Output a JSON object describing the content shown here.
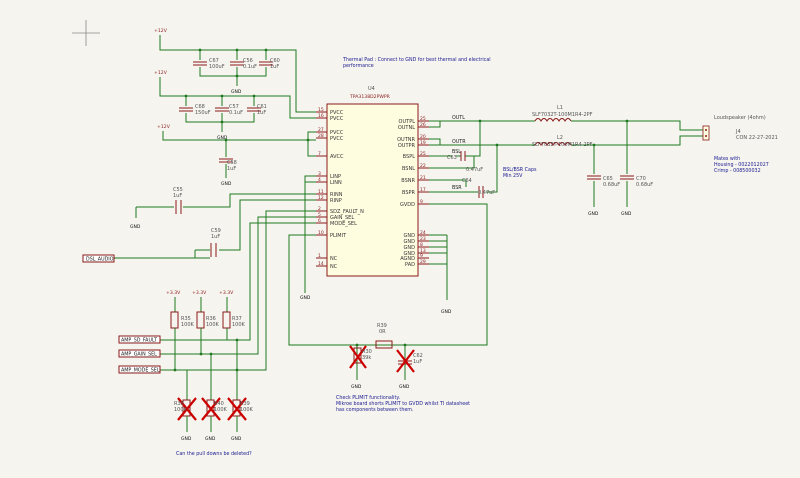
{
  "notes": {
    "thermal_pad": "Thermal Pad : Connect to GND for best thermal and electrical performance",
    "bsl_caps": "BSL/BSR Caps\nMin 25V",
    "plimit": "Check PLIMIT functionality.\nMikroe board shorts PLIMIT to GVDD whilst TI datasheet\nhas components between them.",
    "pulldowns": "Can the pull downs be deleted?",
    "mates": "Mates with\nHousing - 0022012027\nCrimp - 008500032"
  },
  "ic": {
    "ref": "U4",
    "part": "TPA3138D2PWPR",
    "left_pins": [
      {
        "num": "15",
        "name": "PVCC"
      },
      {
        "num": "16",
        "name": "PVCC"
      },
      {
        "num": "27",
        "name": "PVCC"
      },
      {
        "num": "28",
        "name": "PVCC"
      },
      {
        "num": "7",
        "name": "AVCC"
      },
      {
        "num": "3",
        "name": "LINP"
      },
      {
        "num": "4",
        "name": "LINN"
      },
      {
        "num": "11",
        "name": "RINN"
      },
      {
        "num": "12",
        "name": "RINP"
      },
      {
        "num": "2",
        "name": "SDZ_FAULT_N"
      },
      {
        "num": "5",
        "name": "GAIN_SEL"
      },
      {
        "num": "6",
        "name": "MODE_SEL"
      },
      {
        "num": "10",
        "name": "PLIMIT"
      },
      {
        "num": "1",
        "name": "NC"
      },
      {
        "num": "14",
        "name": "NC"
      }
    ],
    "right_pins": [
      {
        "num": "25",
        "name": "OUTPL"
      },
      {
        "num": "26",
        "name": "OUTNL"
      },
      {
        "num": "20",
        "name": "OUTNR"
      },
      {
        "num": "19",
        "name": "OUTPR"
      },
      {
        "num": "25",
        "name": "BSPL"
      },
      {
        "num": "22",
        "name": "BSNL"
      },
      {
        "num": "21",
        "name": "BSNR"
      },
      {
        "num": "17",
        "name": "BSPR"
      },
      {
        "num": "9",
        "name": "GVDD"
      },
      {
        "num": "24",
        "name": "GND"
      },
      {
        "num": "23",
        "name": "GND"
      },
      {
        "num": "8",
        "name": "GND"
      },
      {
        "num": "13",
        "name": "GND"
      },
      {
        "num": "9",
        "name": "AGND"
      },
      {
        "num": "29",
        "name": "PAD"
      }
    ]
  },
  "power": {
    "v12": "+12V",
    "v33": "+3.3V",
    "gnd": "GND"
  },
  "components": {
    "C67": {
      "ref": "C67",
      "val": "100uF"
    },
    "C56": {
      "ref": "C56",
      "val": "0.1uF"
    },
    "C60": {
      "ref": "C60",
      "val": "1uF"
    },
    "C68": {
      "ref": "C68",
      "val": "150uF"
    },
    "C57": {
      "ref": "C57",
      "val": "0.1uF"
    },
    "C61": {
      "ref": "C61",
      "val": "1uF"
    },
    "C58": {
      "ref": "C58",
      "val": "1uF"
    },
    "C55": {
      "ref": "C55",
      "val": "1uF"
    },
    "C59": {
      "ref": "C59",
      "val": "1uF"
    },
    "C63": {
      "ref": "C63",
      "val": "0.47uF"
    },
    "C64": {
      "ref": "C64",
      "val": "0.47uF"
    },
    "C65": {
      "ref": "C65",
      "val": "0.68uF"
    },
    "C70": {
      "ref": "C70",
      "val": "0.68uF"
    },
    "R35": {
      "ref": "R35",
      "val": "100K"
    },
    "R36": {
      "ref": "R36",
      "val": "100K"
    },
    "R37": {
      "ref": "R37",
      "val": "100K"
    },
    "R38": {
      "ref": "R38",
      "val": "100K"
    },
    "R39": {
      "ref": "R39",
      "val": "100K"
    },
    "R40": {
      "ref": "R40",
      "val": "100K"
    },
    "R39b": {
      "ref": "R39",
      "val": "0R"
    },
    "R30": {
      "ref": "R30",
      "val": "39k"
    },
    "C62": {
      "ref": "C62",
      "val": "1uF"
    },
    "L1": {
      "ref": "L1",
      "val": "SLF7032T-100M1R4-2PF"
    },
    "L2": {
      "ref": "L2",
      "val": "SLF7032T-100M1R4-2PF"
    },
    "J4": {
      "ref": "J4",
      "val": "CON 22-27-2021",
      "title": "Loudspeaker (4ohm)"
    }
  },
  "nets": {
    "outl": "OUTL",
    "outr": "OUTR",
    "bsl": "BSL",
    "bsr": "BSR"
  },
  "hier_labels": {
    "dsl_audio": "DSL_AUDIO",
    "amp_sd_fault": "AMP_SD_FAULT",
    "amp_gain_sel": "AMP_GAIN_SEL",
    "amp_mode_sel": "AMP_MODE_SEL"
  }
}
